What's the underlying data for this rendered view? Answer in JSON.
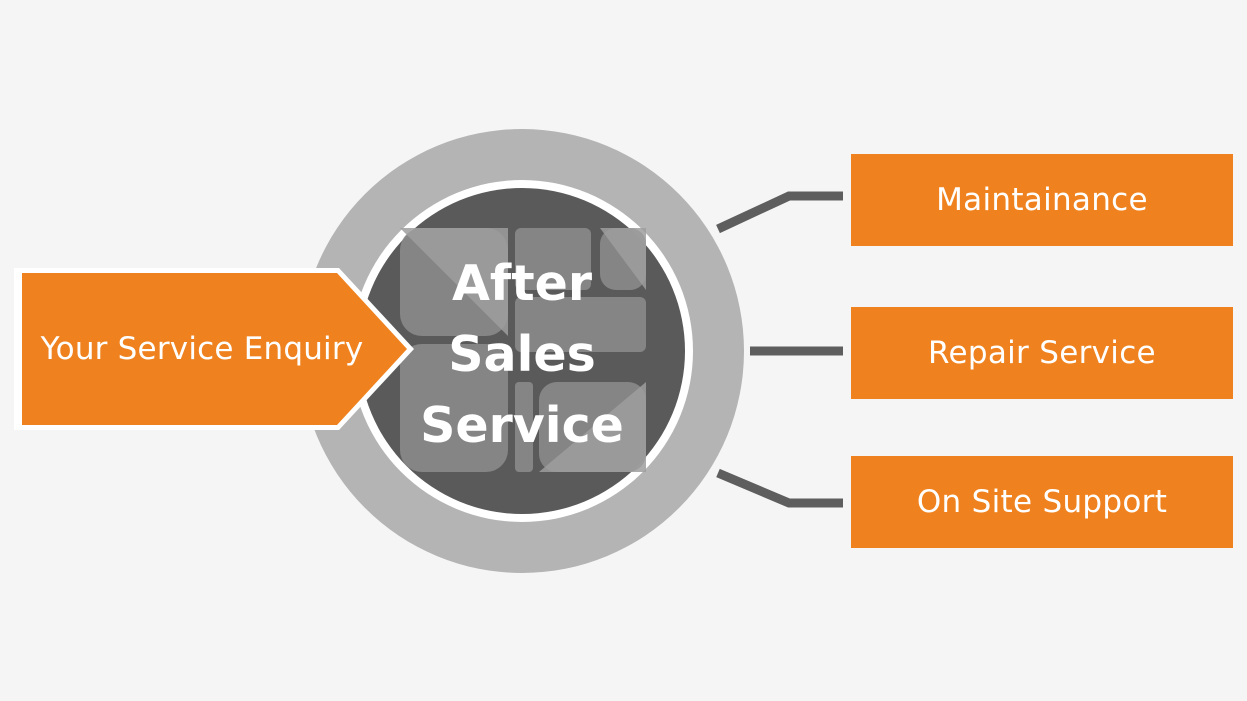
{
  "diagram": {
    "center": {
      "lines": [
        "After",
        "Sales",
        "Service"
      ]
    },
    "input": {
      "label": "Your Service Enquiry"
    },
    "outputs": [
      {
        "label": "Maintainance"
      },
      {
        "label": "Repair Service"
      },
      {
        "label": "On Site Support"
      }
    ]
  },
  "colors": {
    "background": "#f5f5f5",
    "accent_orange": "#ef821e",
    "outer_ring_gray": "#b3b4b3",
    "inner_circle_dark": "#5a5a5a",
    "connector_gray": "#5e5e5e",
    "tile_gray": "#8a8a8a"
  },
  "icons": [
    "tiled-grid-icon"
  ]
}
